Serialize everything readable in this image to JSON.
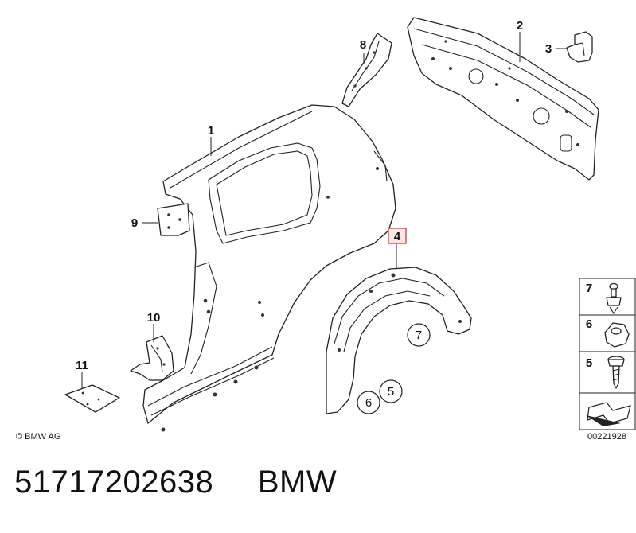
{
  "diagram": {
    "callouts": [
      "1",
      "2",
      "3",
      "4",
      "5",
      "6",
      "7",
      "8",
      "9",
      "10",
      "11"
    ],
    "inline_refs": [
      "7",
      "6",
      "5"
    ],
    "legend": [
      "7",
      "6",
      "5"
    ],
    "copyright": "© BMW AG",
    "diagram_id": "00221928",
    "highlight_color": "#d9534f"
  },
  "footer": {
    "part_number": "51717202638",
    "brand": "BMW"
  }
}
